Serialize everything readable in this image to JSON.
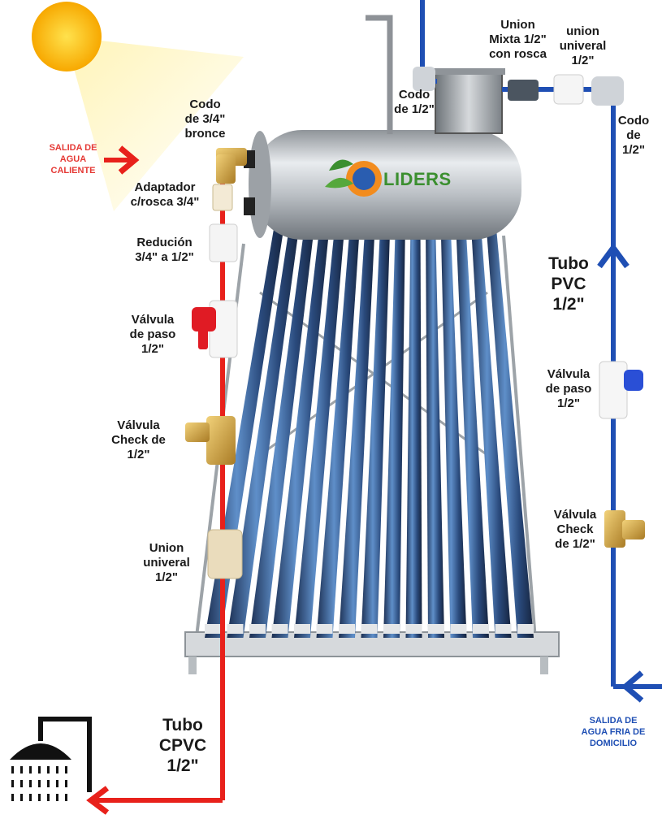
{
  "brand": {
    "name": "LIDERS"
  },
  "labels": {
    "salida_caliente": [
      "SALIDA DE",
      "AGUA",
      "CALIENTE"
    ],
    "codo_bronce": [
      "Codo",
      "de  3/4\"",
      "bronce"
    ],
    "adaptador": [
      "Adaptador",
      "c/rosca 3/4\""
    ],
    "reducion": [
      "Redución",
      "3/4\" a 1/2\""
    ],
    "valvula_paso_izq": [
      "Válvula",
      "de paso",
      "1/2\""
    ],
    "valvula_check_izq": [
      "Válvula",
      "Check de",
      "1/2\""
    ],
    "union_izq": [
      "Union",
      "univeral",
      "1/2\""
    ],
    "tubo_cpvc": [
      "Tubo",
      "CPVC",
      "1/2\""
    ],
    "codo_top": [
      "Codo",
      "de  1/2\""
    ],
    "union_mixta": [
      "Union",
      "Mixta 1/2\"",
      "con rosca"
    ],
    "union_univeral_top": [
      "union",
      "univeral",
      "1/2\""
    ],
    "codo_der": [
      "Codo",
      "de",
      "1/2\""
    ],
    "tubo_pvc": [
      "Tubo",
      "PVC",
      "1/2\""
    ],
    "valvula_paso_der": [
      "Válvula",
      "de paso",
      "1/2\""
    ],
    "valvula_check_der": [
      "Válvula",
      "Check",
      "de 1/2\""
    ],
    "salida_fria": [
      "SALIDA DE",
      "AGUA FRIA DE",
      "DOMICILIO"
    ]
  },
  "colors": {
    "hot_pipe": "#e8211b",
    "cold_pipe": "#1f4fb4",
    "steel": "#bfc3c7",
    "brass": "#c9a24a",
    "sun": "#f7b500"
  },
  "icons": [
    "sun-icon",
    "shower-icon",
    "solar-heater-icon",
    "hot-arrow-icon",
    "cold-arrow-icon"
  ]
}
